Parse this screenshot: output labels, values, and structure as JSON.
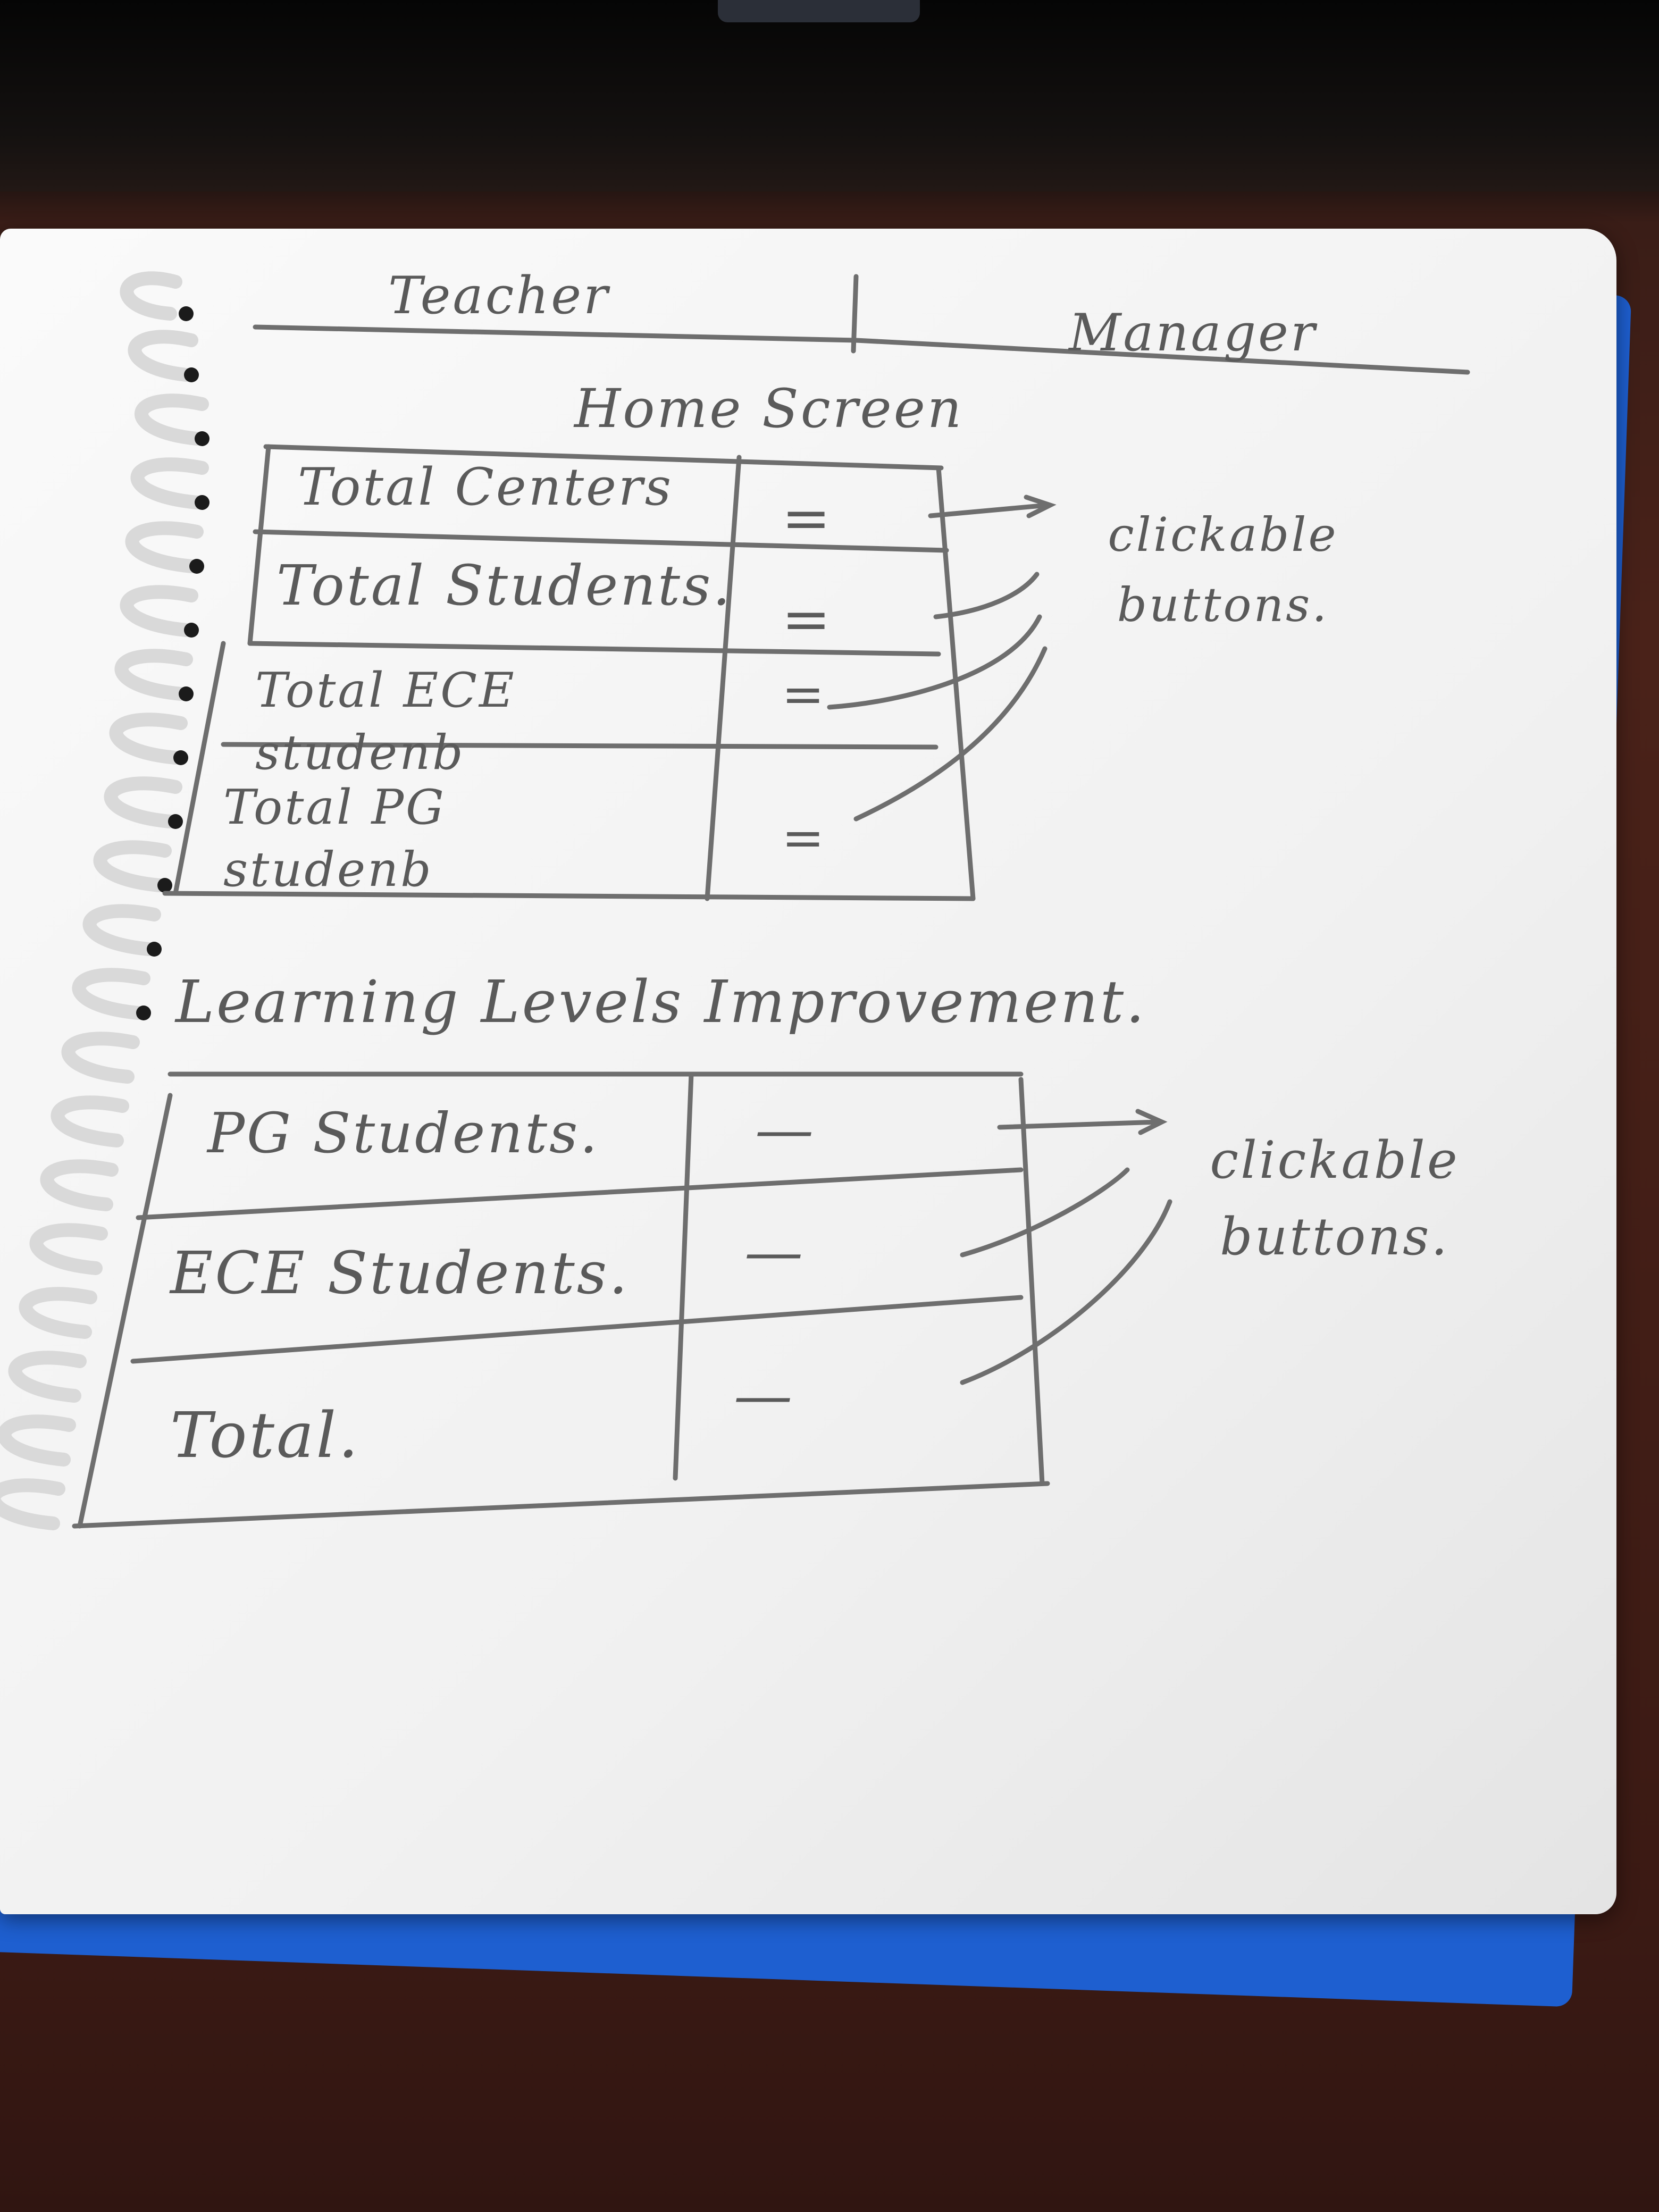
{
  "tabs": {
    "teacher": "Teacher",
    "manager": "Manager"
  },
  "home": {
    "title": "Home Screen",
    "rows": [
      {
        "label": "Total Centers",
        "value": "="
      },
      {
        "label": "Total Students.",
        "value": "="
      },
      {
        "label": "Total ECE studenb",
        "value": "="
      },
      {
        "label": "Total PG studenb",
        "value": "="
      }
    ],
    "note": "clickable buttons."
  },
  "learning": {
    "title": "Learning Levels Improvement.",
    "rows": [
      {
        "label": "PG Students.",
        "value": "—"
      },
      {
        "label": "ECE Students.",
        "value": "—"
      },
      {
        "label": "Total.",
        "value": "—"
      }
    ],
    "note": "clickable buttons."
  }
}
